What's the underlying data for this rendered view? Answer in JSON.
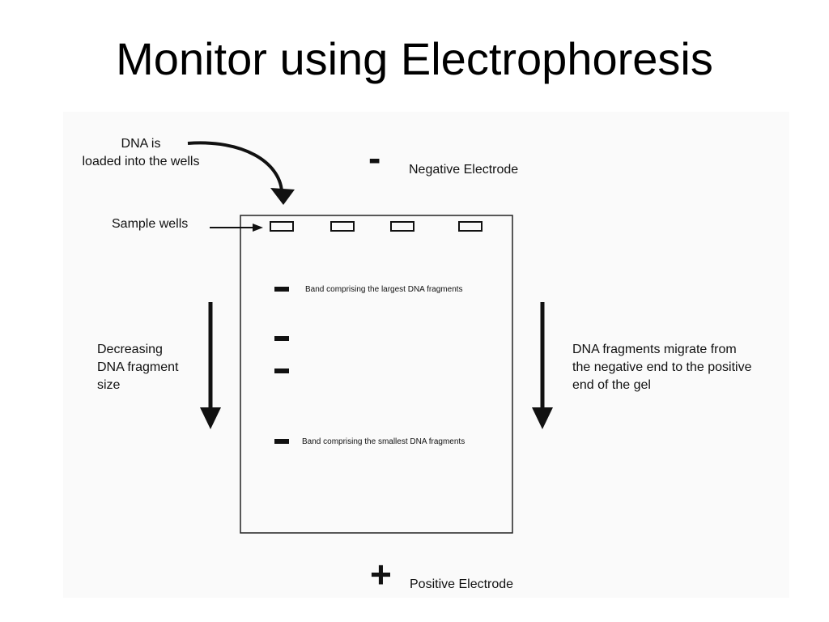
{
  "slide": {
    "title": "Monitor using Electrophoresis"
  },
  "diagram": {
    "load_label": "DNA is\nloaded into the wells",
    "wells_label": "Sample wells",
    "negative_sign": "-",
    "negative_label": "Negative Electrode",
    "positive_sign": "+",
    "positive_label": "Positive Electrode",
    "largest_band_label": "Band comprising the largest DNA fragments",
    "smallest_band_label": "Band comprising the smallest DNA fragments",
    "size_label": "Decreasing\nDNA fragment\nsize",
    "migration_label": "DNA fragments migrate from\nthe negative end to the positive\nend of the gel",
    "well_count": 4,
    "band_count": 4
  }
}
